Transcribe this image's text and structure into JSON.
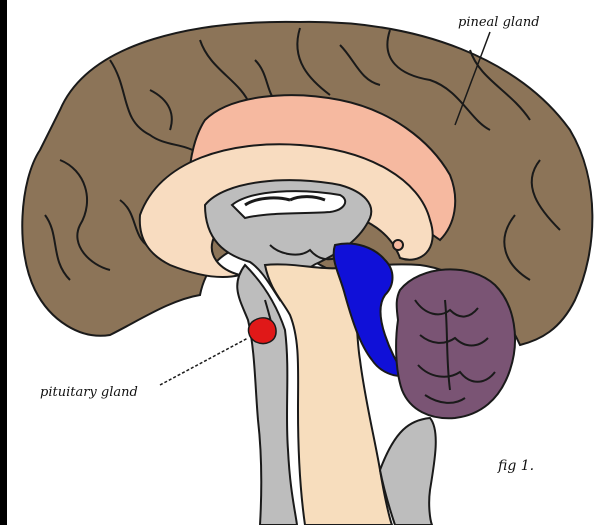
{
  "labels": {
    "pineal": "pineal gland",
    "pituitary": "pituitary gland",
    "figure": "fig 1."
  },
  "colors": {
    "cerebrum": "#8C7458",
    "cerebrum_outline": "#1a1a1a",
    "cortex_inner": "#F6B9A0",
    "corpus_callosum": "#F8DCC0",
    "ventricle_gray": "#BDBDBD",
    "brainstem": "#F7DDBD",
    "fourth_ventricle": "#1010D8",
    "pituitary": "#E01818",
    "cerebellum": "#7A5474",
    "background": "#FFFFFF",
    "border": "#000000"
  }
}
